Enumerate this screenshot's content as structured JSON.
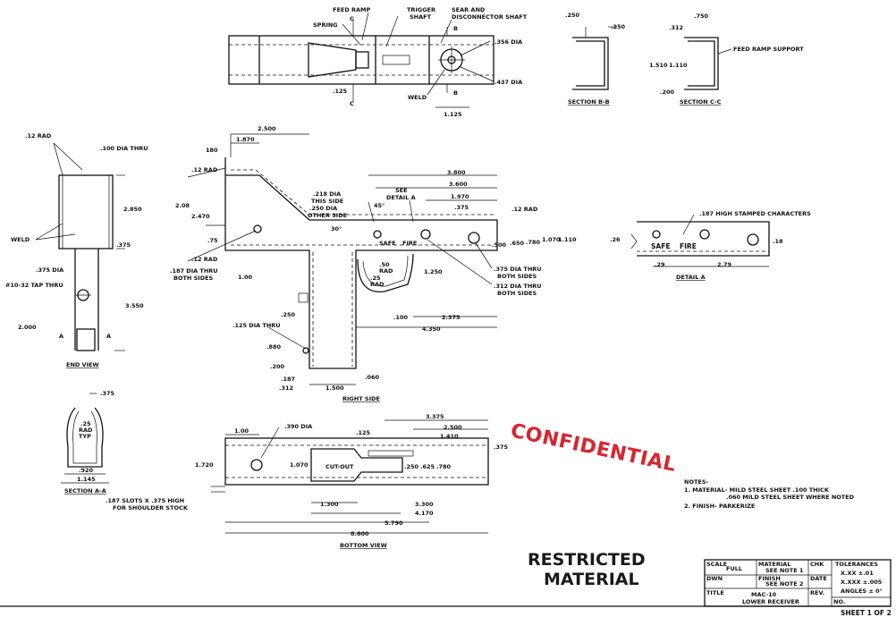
{
  "views": {
    "top_view": {
      "feed_ramp": "FEED RAMP",
      "trigger_shaft": "TRIGGER",
      "trigger_shaft2": "SHAFT",
      "sear_disconnector": "SEAR AND",
      "sear_disconnector2": "DISCONNECTOR SHAFT",
      "spring": "SPRING",
      "c_top": "C",
      "c_bottom": "C",
      "b_top": "B",
      "b_bottom": "B",
      "dia_356": ".356 DIA",
      "dia_437": ".437 DIA",
      "weld": "WELD",
      "dim_125": ".125",
      "dim_1125": "1.125"
    },
    "section_b": {
      "title": "SECTION B-B",
      "dim_250a": ".250",
      "dim_250b": ".250"
    },
    "section_c": {
      "title": "SECTION C-C",
      "dim_750": ".750",
      "dim_312": ".312",
      "dim_1510": "1.510",
      "dim_1110": "1.110",
      "dim_200": ".200",
      "feed_ramp_support": "FEED RAMP SUPPORT"
    },
    "end_view": {
      "title": "END VIEW",
      "rad_12": ".12 RAD",
      "dia_100": ".100 DIA THRU",
      "dim_2850": "2.850",
      "weld": "WELD",
      "dim_375": ".375",
      "dia_375": ".375 DIA",
      "tap": "#10-32 TAP THRU",
      "dim_3550": "3.550",
      "dim_2000": "2.000",
      "a_left": "A",
      "a_right": "A"
    },
    "section_a": {
      "title": "SECTION A-A",
      "dim_375": ".375",
      "rad": ".25",
      "rad2": "RAD",
      "rad3": "TYP",
      "dim_920": ".920",
      "dim_1145": "1.145"
    },
    "right_side": {
      "title": "RIGHT SIDE",
      "dim_2500": "2.500",
      "dim_1870": "1.870",
      "dim_180": "180",
      "rad_12a": ".12 RAD",
      "dim_2470": "2.470",
      "dim_2_08": "2.08",
      "dim_75": ".75",
      "rad_12b": ".12 RAD",
      "slot_187": ".187 DIA THRU",
      "slot_187b": "BOTH SIDES",
      "dim_100": "1.00",
      "dia_218": ".218 DIA",
      "dia_218b": "THIS SIDE",
      "dia_250": ".250 DIA",
      "dia_250b": "OTHER SIDE",
      "see_detail": "SEE",
      "see_detail2": "DETAIL  A",
      "deg_45": "45°",
      "deg_30": "30°",
      "safe": "SAFE",
      "fire": "FIRE",
      "dim_3800": "3.800",
      "dim_3600": "3.600",
      "dim_1970": "1.970",
      "dim_375": ".375",
      "rad_12c": ".12 RAD",
      "dim_500": ".500",
      "dim_650": ".650",
      "dim_780": ".780",
      "dim_1070": "1.070",
      "dim_1110": "1.110",
      "rad_50": ".50",
      "rad_50b": "RAD",
      "rad_25": ".25",
      "rad_25b": "RAD",
      "dim_1250": "1.250",
      "dia_375": ".375 DIA THRU",
      "dia_375b": "BOTH SIDES",
      "dia_312": ".312 DIA THRU",
      "dia_312b": "BOTH SIDES",
      "dim_100b": ".100",
      "dim_2375": "2.375",
      "dim_4350": "4.350",
      "dim_250": ".250",
      "dia_125": ".125 DIA THRU",
      "dim_880": ".880",
      "dim_200": ".200",
      "dim_187": ".187",
      "dim_312": ".312",
      "dim_1500": "1.500",
      "dim_060": ".060"
    },
    "detail_a": {
      "title": "DETAIL A",
      "stamped": ".187 HIGH STAMPED CHARACTERS",
      "safe": "SAFE",
      "fire": "FIRE",
      "dim_26": ".26",
      "dim_18": ".18",
      "dim_29": ".29",
      "dim_279": "2.79"
    },
    "bottom_view": {
      "title": "BOTTOM VIEW",
      "dim_100": "1.00",
      "dia_390": ".390 DIA",
      "dim_125": ".125",
      "dim_3375": "3.375",
      "dim_2500": "2.500",
      "dim_1410": "1.410",
      "dim_375": ".375",
      "dim_1720": "1.720",
      "dim_1070": "1.070",
      "cutout": "CUT-OUT",
      "dim_250": ".250",
      "dim_625": ".625",
      "dim_780": ".780",
      "slots": ".187 SLOTS X .375 HIGH",
      "slots2": "FOR SHOULDER STOCK",
      "dim_1300": "1.300",
      "dim_3300": "3.300",
      "dim_4170": "4.170",
      "dim_5790": "5.790",
      "dim_8600": "8.600"
    }
  },
  "notes": {
    "heading": "NOTES-",
    "note1": "1. MATERIAL- MILD STEEL SHEET .100 THICK",
    "note1b": ".060 MILD STEEL SHEET WHERE NOTED",
    "note2": "2. FINISH- PARKERIZE"
  },
  "stamps": {
    "confidential": "CONFIDENTIAL",
    "restricted": "RESTRICTED",
    "material": "MATERIAL"
  },
  "title_block": {
    "scale_label": "SCALE",
    "scale_value": "FULL",
    "material_label": "MATERIAL",
    "material_value": "SEE NOTE 1",
    "chk_label": "CHK",
    "finish_label": "FINISH",
    "finish_value": "SEE NOTE 2",
    "drn_label": "DWN",
    "date_label": "DATE",
    "title_label": "TITLE",
    "title_line1": "MAC-10",
    "title_line2": "LOWER RECEIVER",
    "rev_label": "REV.",
    "tolerances_label": "TOLERANCES",
    "tol1": "X.XX ±.01",
    "tol2": "X.XXX ±.005",
    "tol3": "ANGLES ± 0°",
    "no_label": "NO."
  },
  "sheet": "SHEET 1 OF 2"
}
